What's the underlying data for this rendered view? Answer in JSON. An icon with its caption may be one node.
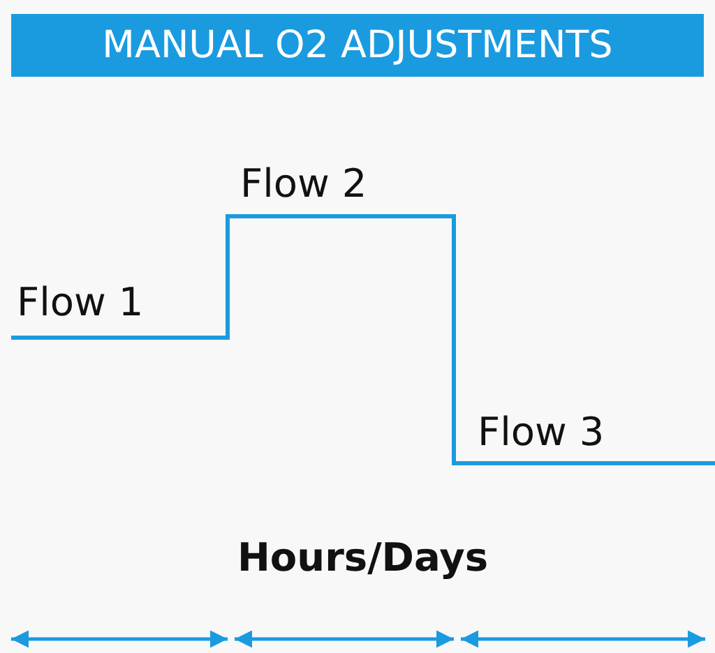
{
  "diagram": {
    "title": "MANUAL O2 ADJUSTMENTS",
    "labels": [
      "Flow 1",
      "Flow 2",
      "Flow 3",
      "Hours/Days"
    ]
  }
}
